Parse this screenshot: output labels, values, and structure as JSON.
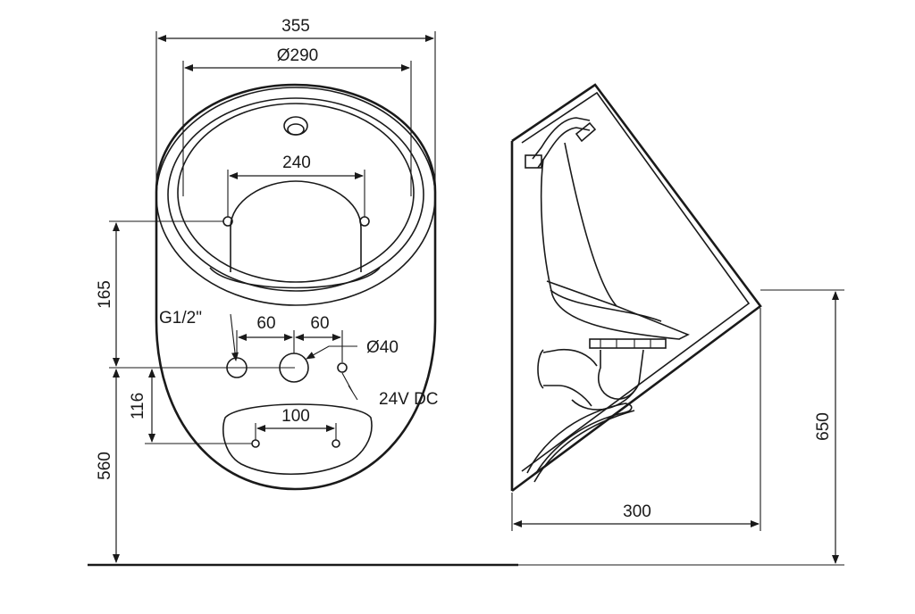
{
  "dimensions": {
    "width_overall": "355",
    "rim_diameter": "Ø290",
    "holes_spacing_top": "240",
    "height_to_inlet": "165",
    "inlet_thread": "G1/2\"",
    "offset_left": "60",
    "offset_right": "60",
    "outlet_diameter": "Ø40",
    "power_supply": "24V DC",
    "lower_offset": "116",
    "holes_spacing_bottom": "100",
    "mount_height": "560",
    "total_height": "650",
    "depth": "300"
  },
  "colors": {
    "line": "#1a1a1a",
    "background": "#ffffff"
  }
}
